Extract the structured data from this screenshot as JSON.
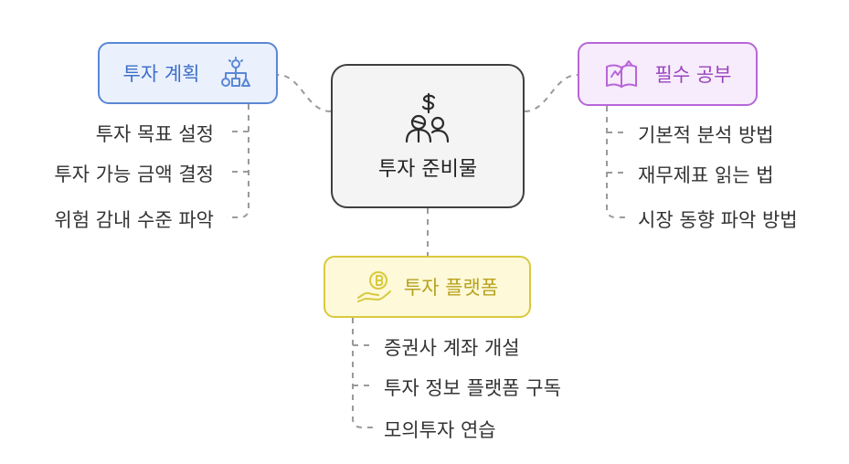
{
  "center": {
    "label": "투자 준비물",
    "icon": "investor-icon"
  },
  "branches": {
    "plan": {
      "label": "투자 계획",
      "icon": "plan-structure-icon",
      "color": "#5b86d6",
      "items": [
        "투자 목표 설정",
        "투자 가능 금액 결정",
        "위험 감내 수준 파악"
      ]
    },
    "study": {
      "label": "필수 공부",
      "icon": "open-book-icon",
      "color": "#b865d8",
      "items": [
        "기본적 분석 방법",
        "재무제표 읽는 법",
        "시장 동향 파악 방법"
      ]
    },
    "platform": {
      "label": "투자 플랫폼",
      "icon": "coin-hand-icon",
      "color": "#d9c93d",
      "items": [
        "증권사 계좌 개설",
        "투자 정보 플랫폼 구독",
        "모의투자 연습"
      ]
    }
  }
}
